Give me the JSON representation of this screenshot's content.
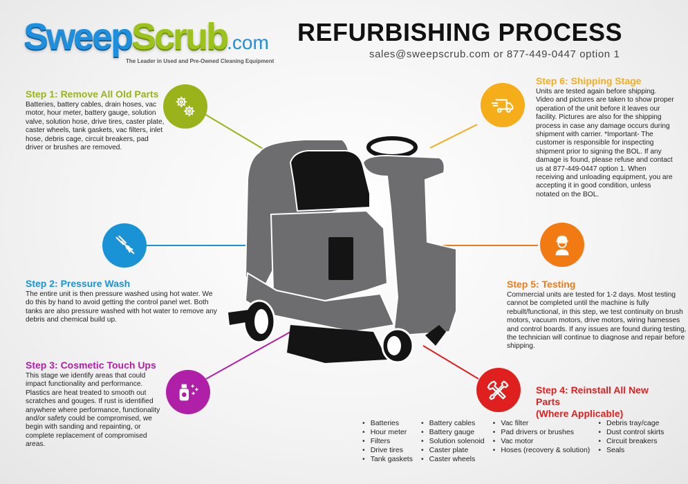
{
  "logo": {
    "sweep": "Sweep",
    "scrub": "Scrub",
    "com": ".com",
    "tagline": "The Leader in Used and Pre-Owned Cleaning Equipment"
  },
  "header": {
    "title": "REFURBISHING PROCESS",
    "contact": "sales@sweepscrub.com or 877-449-0447 option 1"
  },
  "colors": {
    "step1": "#9ab31b",
    "step2": "#1a93d6",
    "step3": "#b01fa7",
    "step4": "#e0201f",
    "step5": "#f27a12",
    "step6": "#f5ad1a",
    "machine_gray": "#6d6d70",
    "machine_black": "#141414"
  },
  "steps": {
    "step1": {
      "title": "Step 1: Remove All Old Parts",
      "body": "Batteries, battery cables, drain hoses, vac motor, hour meter, battery gauge, solution valve, solution hose, drive tires, caster plate, caster wheels, tank gaskets, vac filters, inlet hose, debris cage, circuit breakers, pad driver or brushes are removed.",
      "icon": "gears-icon"
    },
    "step2": {
      "title": "Step 2: Pressure Wash",
      "body": "The entire unit is then pressure washed using hot water. We do this by hand to avoid getting the control panel wet. Both tanks are also pressure washed with hot water to remove any debris and chemical build up.",
      "icon": "pressure-washer-nozzle-icon"
    },
    "step3": {
      "title": "Step 3: Cosmetic Touch Ups",
      "body": "This stage we identify areas that could impact functionality and performance. Plastics are heat treated to smooth out scratches and gouges. If rust is identified anywhere where performance, functionality and/or safety could be compromised, we begin with sanding and repainting, or complete replacement of compromised areas.",
      "icon": "spray-bottle-sparkle-icon"
    },
    "step4": {
      "title_line1": "Step 4: Reinstall All New Parts",
      "title_line2": "(Where Applicable)",
      "icon": "wrench-screwdriver-icon",
      "parts": [
        [
          "Batteries",
          "Hour meter",
          "Filters",
          "Drive tires",
          "Tank gaskets"
        ],
        [
          "Battery cables",
          "Battery gauge",
          "Solution solenoid",
          "Caster plate",
          "Caster wheels"
        ],
        [
          "Vac filter",
          "Pad drivers or brushes",
          "Vac motor",
          "Hoses (recovery & solution)"
        ],
        [
          "Debris tray/cage",
          "Dust control skirts",
          "Circuit breakers",
          "Seals"
        ]
      ]
    },
    "step5": {
      "title": "Step 5: Testing",
      "body": "Commercial units are tested for 1-2 days. Most testing cannot be completed until the machine is fully rebuilt/functional, in this step, we test continuity on brush motors, vacuum motors, drive motors, wiring harnesses and control boards. If any issues are found during testing, the technician will continue to diagnose and repair before shipping.",
      "icon": "technician-hardhat-icon"
    },
    "step6": {
      "title": "Step 6: Shipping Stage",
      "body": "Units are tested again before shipping. Video and pictures are taken to show proper operation of the unit before it leaves our facility. Pictures are also for the shipping process in case any damage occurs during shipment with carrier. *Important- The customer is responsible for inspecting shipment prior to signing the BOL. If any damage is found, please refuse and contact us at 877-449-0447 option 1. When receiving and unloading equipment, you are accepting it in good condition, unless notated on the BOL.",
      "icon": "delivery-truck-icon"
    }
  }
}
